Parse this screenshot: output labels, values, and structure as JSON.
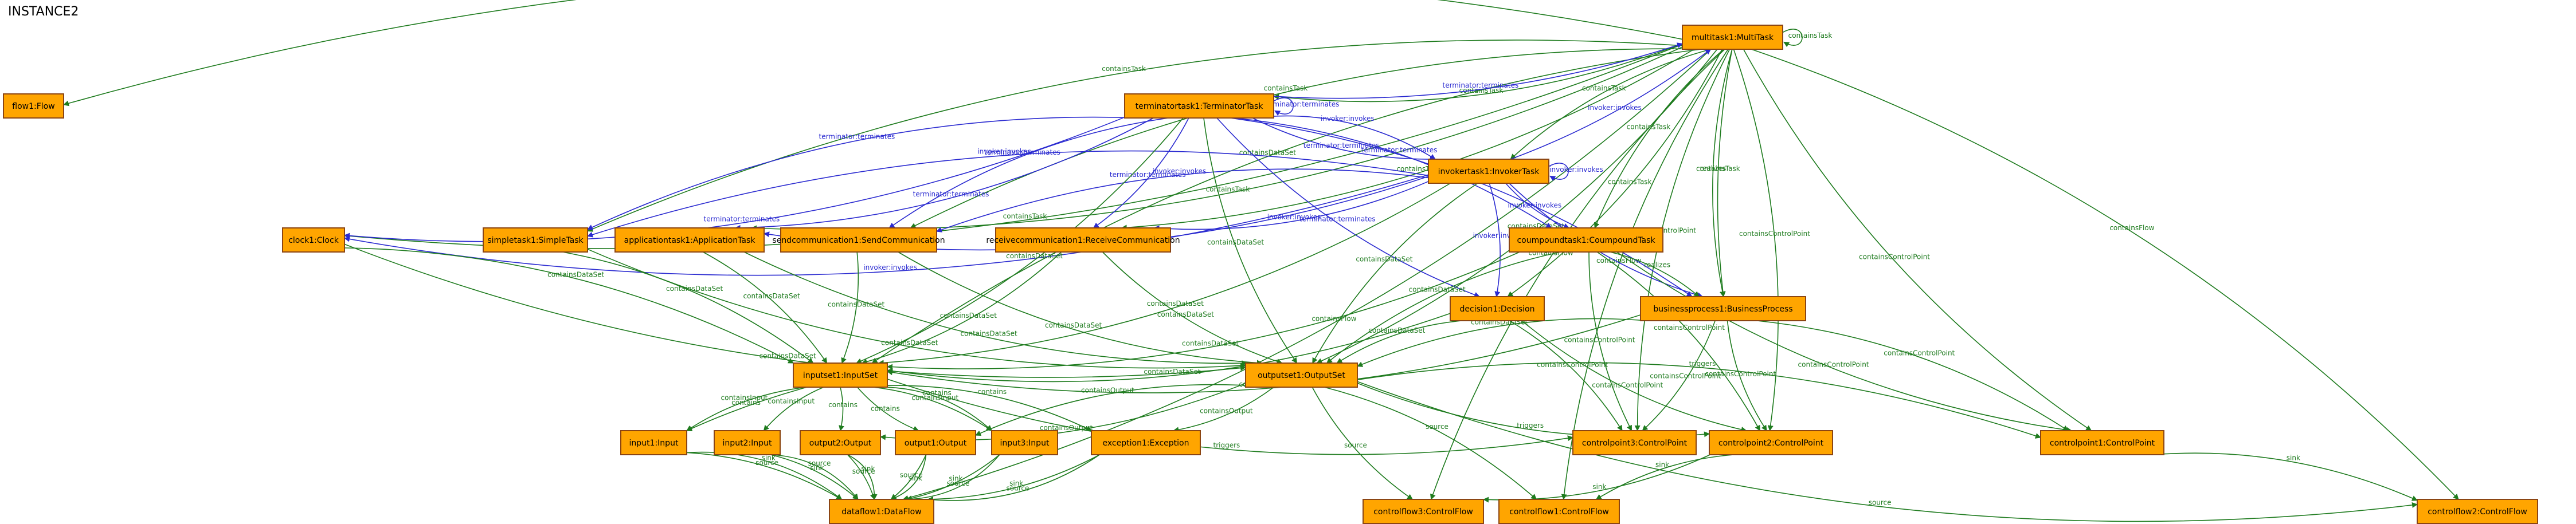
{
  "title": "INSTANCE2",
  "colors": {
    "node_fill": "#FFA500",
    "node_stroke": "#8B4513",
    "contains": "#1E7B1E",
    "reference": "#2A2AD0"
  },
  "nodes": [
    {
      "id": "multitask1",
      "label": "multitask1:MultiTask"
    },
    {
      "id": "flow1",
      "label": "flow1:Flow"
    },
    {
      "id": "terminatortask1",
      "label": "terminatortask1:TerminatorTask"
    },
    {
      "id": "invokertask1",
      "label": "invokertask1:InvokerTask"
    },
    {
      "id": "clock1",
      "label": "clock1:Clock"
    },
    {
      "id": "simpletask1",
      "label": "simpletask1:SimpleTask"
    },
    {
      "id": "applicationtask1",
      "label": "applicationtask1:ApplicationTask"
    },
    {
      "id": "sendcommunication1",
      "label": "sendcommunication1:SendCommunication"
    },
    {
      "id": "receivecommunication1",
      "label": "receivecommunication1:ReceiveCommunication"
    },
    {
      "id": "coumpoundtask1",
      "label": "coumpoundtask1:CoumpoundTask"
    },
    {
      "id": "decision1",
      "label": "decision1:Decision"
    },
    {
      "id": "businessprocess1",
      "label": "businessprocess1:BusinessProcess"
    },
    {
      "id": "inputset1",
      "label": "inputset1:InputSet"
    },
    {
      "id": "outputset1",
      "label": "outputset1:OutputSet"
    },
    {
      "id": "input1",
      "label": "input1:Input"
    },
    {
      "id": "input2",
      "label": "input2:Input"
    },
    {
      "id": "output2",
      "label": "output2:Output"
    },
    {
      "id": "output1",
      "label": "output1:Output"
    },
    {
      "id": "input3",
      "label": "input3:Input"
    },
    {
      "id": "exception1",
      "label": "exception1:Exception"
    },
    {
      "id": "controlpoint3",
      "label": "controlpoint3:ControlPoint"
    },
    {
      "id": "controlpoint2",
      "label": "controlpoint2:ControlPoint"
    },
    {
      "id": "controlpoint1",
      "label": "controlpoint1:ControlPoint"
    },
    {
      "id": "dataflow1",
      "label": "dataflow1:DataFlow"
    },
    {
      "id": "controlflow3",
      "label": "controlflow3:ControlFlow"
    },
    {
      "id": "controlflow1",
      "label": "controlflow1:ControlFlow"
    },
    {
      "id": "controlflow2",
      "label": "controlflow2:ControlFlow"
    }
  ],
  "edges": [
    {
      "from": "multitask1",
      "to": "multitask1",
      "label": "containsTask",
      "kind": "contains"
    },
    {
      "from": "multitask1",
      "to": "flow1",
      "label": "containsFlow",
      "kind": "contains"
    },
    {
      "from": "multitask1",
      "to": "terminatortask1",
      "label": "containsTask",
      "kind": "contains"
    },
    {
      "from": "multitask1",
      "to": "invokertask1",
      "label": "containsTask",
      "kind": "contains"
    },
    {
      "from": "multitask1",
      "to": "clock1",
      "label": "containsTask",
      "kind": "contains"
    },
    {
      "from": "multitask1",
      "to": "simpletask1",
      "label": "containsTask",
      "kind": "contains"
    },
    {
      "from": "multitask1",
      "to": "applicationtask1",
      "label": "containsTask",
      "kind": "contains"
    },
    {
      "from": "multitask1",
      "to": "sendcommunication1",
      "label": "containsTask",
      "kind": "contains"
    },
    {
      "from": "multitask1",
      "to": "receivecommunication1",
      "label": "containsTask",
      "kind": "contains"
    },
    {
      "from": "multitask1",
      "to": "coumpoundtask1",
      "label": "containsTask",
      "kind": "contains"
    },
    {
      "from": "multitask1",
      "to": "decision1",
      "label": "containsTask",
      "kind": "contains"
    },
    {
      "from": "multitask1",
      "to": "businessprocess1",
      "label": "realizes",
      "kind": "contains"
    },
    {
      "from": "multitask1",
      "to": "businessprocess1",
      "label": "containsTask",
      "kind": "contains"
    },
    {
      "from": "multitask1",
      "to": "inputset1",
      "label": "containsDataSet",
      "kind": "contains"
    },
    {
      "from": "multitask1",
      "to": "outputset1",
      "label": "containsDataSet",
      "kind": "contains"
    },
    {
      "from": "multitask1",
      "to": "controlpoint3",
      "label": "containsControlPoint",
      "kind": "contains"
    },
    {
      "from": "multitask1",
      "to": "controlpoint2",
      "label": "containsControlPoint",
      "kind": "contains"
    },
    {
      "from": "multitask1",
      "to": "controlpoint1",
      "label": "containsControlPoint",
      "kind": "contains"
    },
    {
      "from": "multitask1",
      "to": "dataflow1",
      "label": "containsFlow",
      "kind": "contains"
    },
    {
      "from": "multitask1",
      "to": "controlflow1",
      "label": "containsFlow",
      "kind": "contains"
    },
    {
      "from": "multitask1",
      "to": "controlflow2",
      "label": "containsFlow",
      "kind": "contains"
    },
    {
      "from": "multitask1",
      "to": "controlflow3",
      "label": "containsFlow",
      "kind": "contains"
    },
    {
      "from": "terminatortask1",
      "to": "multitask1",
      "label": "terminator:terminates",
      "kind": "reference"
    },
    {
      "from": "terminatortask1",
      "to": "terminatortask1",
      "label": "terminator:terminates",
      "kind": "reference"
    },
    {
      "from": "terminatortask1",
      "to": "clock1",
      "label": "terminator:terminates",
      "kind": "reference"
    },
    {
      "from": "terminatortask1",
      "to": "simpletask1",
      "label": "terminator:terminates",
      "kind": "reference"
    },
    {
      "from": "terminatortask1",
      "to": "applicationtask1",
      "label": "terminator:terminates",
      "kind": "reference"
    },
    {
      "from": "terminatortask1",
      "to": "sendcommunication1",
      "label": "terminator:terminates",
      "kind": "reference"
    },
    {
      "from": "terminatortask1",
      "to": "receivecommunication1",
      "label": "terminator:terminates",
      "kind": "reference"
    },
    {
      "from": "terminatortask1",
      "to": "invokertask1",
      "label": "terminator:terminates",
      "kind": "reference"
    },
    {
      "from": "terminatortask1",
      "to": "coumpoundtask1",
      "label": "terminator:terminates",
      "kind": "reference"
    },
    {
      "from": "terminatortask1",
      "to": "decision1",
      "label": "terminator:terminates",
      "kind": "reference"
    },
    {
      "from": "terminatortask1",
      "to": "businessprocess1",
      "label": "terminator:terminates",
      "kind": "reference"
    },
    {
      "from": "terminatortask1",
      "to": "invokertask1",
      "label": "invoker:invokes",
      "kind": "reference"
    },
    {
      "from": "invokertask1",
      "to": "multitask1",
      "label": "invoker:invokes",
      "kind": "reference"
    },
    {
      "from": "invokertask1",
      "to": "invokertask1",
      "label": "invoker:invokes",
      "kind": "reference"
    },
    {
      "from": "invokertask1",
      "to": "clock1",
      "label": "invoker:invokes",
      "kind": "reference"
    },
    {
      "from": "invokertask1",
      "to": "simpletask1",
      "label": "invoker:invokes",
      "kind": "reference"
    },
    {
      "from": "invokertask1",
      "to": "applicationtask1",
      "label": "invoker:invokes",
      "kind": "reference"
    },
    {
      "from": "invokertask1",
      "to": "sendcommunication1",
      "label": "invoker:invokes",
      "kind": "reference"
    },
    {
      "from": "invokertask1",
      "to": "receivecommunication1",
      "label": "invoker:invokes",
      "kind": "reference"
    },
    {
      "from": "invokertask1",
      "to": "coumpoundtask1",
      "label": "invoker:invokes",
      "kind": "reference"
    },
    {
      "from": "invokertask1",
      "to": "decision1",
      "label": "invoker:invokes",
      "kind": "reference"
    },
    {
      "from": "invokertask1",
      "to": "businessprocess1",
      "label": "invoker:invokes",
      "kind": "reference"
    },
    {
      "from": "terminatortask1",
      "to": "inputset1",
      "label": "containsDataSet",
      "kind": "contains"
    },
    {
      "from": "terminatortask1",
      "to": "outputset1",
      "label": "containsDataSet",
      "kind": "contains"
    },
    {
      "from": "invokertask1",
      "to": "inputset1",
      "label": "containsDataSet",
      "kind": "contains"
    },
    {
      "from": "invokertask1",
      "to": "outputset1",
      "label": "containsDataSet",
      "kind": "contains"
    },
    {
      "from": "clock1",
      "to": "inputset1",
      "label": "containsDataSet",
      "kind": "contains"
    },
    {
      "from": "clock1",
      "to": "outputset1",
      "label": "containsDataSet",
      "kind": "contains"
    },
    {
      "from": "simpletask1",
      "to": "inputset1",
      "label": "containsDataSet",
      "kind": "contains"
    },
    {
      "from": "simpletask1",
      "to": "outputset1",
      "label": "containsDataSet",
      "kind": "contains"
    },
    {
      "from": "applicationtask1",
      "to": "inputset1",
      "label": "containsDataSet",
      "kind": "contains"
    },
    {
      "from": "applicationtask1",
      "to": "outputset1",
      "label": "containsDataSet",
      "kind": "contains"
    },
    {
      "from": "sendcommunication1",
      "to": "inputset1",
      "label": "containsDataSet",
      "kind": "contains"
    },
    {
      "from": "sendcommunication1",
      "to": "outputset1",
      "label": "containsDataSet",
      "kind": "contains"
    },
    {
      "from": "receivecommunication1",
      "to": "inputset1",
      "label": "containsDataSet",
      "kind": "contains"
    },
    {
      "from": "receivecommunication1",
      "to": "outputset1",
      "label": "containsDataSet",
      "kind": "contains"
    },
    {
      "from": "coumpoundtask1",
      "to": "inputset1",
      "label": "containsDataSet",
      "kind": "contains"
    },
    {
      "from": "coumpoundtask1",
      "to": "outputset1",
      "label": "containsDataSet",
      "kind": "contains"
    },
    {
      "from": "coumpoundtask1",
      "to": "businessprocess1",
      "label": "realizes",
      "kind": "contains"
    },
    {
      "from": "coumpoundtask1",
      "to": "controlpoint3",
      "label": "containsControlPoint",
      "kind": "contains"
    },
    {
      "from": "coumpoundtask1",
      "to": "controlpoint2",
      "label": "containsControlPoint",
      "kind": "contains"
    },
    {
      "from": "coumpoundtask1",
      "to": "controlpoint1",
      "label": "containsControlPoint",
      "kind": "contains"
    },
    {
      "from": "decision1",
      "to": "inputset1",
      "label": "containsDataSet",
      "kind": "contains"
    },
    {
      "from": "decision1",
      "to": "outputset1",
      "label": "containsDataSet",
      "kind": "contains"
    },
    {
      "from": "decision1",
      "to": "controlpoint3",
      "label": "containsControlPoint",
      "kind": "contains"
    },
    {
      "from": "decision1",
      "to": "controlpoint2",
      "label": "containsControlPoint",
      "kind": "contains"
    },
    {
      "from": "businessprocess1",
      "to": "inputset1",
      "label": "containsDataSet",
      "kind": "contains"
    },
    {
      "from": "businessprocess1",
      "to": "outputset1",
      "label": "containsDataSet",
      "kind": "contains"
    },
    {
      "from": "businessprocess1",
      "to": "controlpoint3",
      "label": "containsControlPoint",
      "kind": "contains"
    },
    {
      "from": "businessprocess1",
      "to": "controlpoint2",
      "label": "containsControlPoint",
      "kind": "contains"
    },
    {
      "from": "businessprocess1",
      "to": "controlpoint1",
      "label": "containsControlPoint",
      "kind": "contains"
    },
    {
      "from": "inputset1",
      "to": "input1",
      "label": "containsInput",
      "kind": "contains"
    },
    {
      "from": "inputset1",
      "to": "input1",
      "label": "contains",
      "kind": "contains"
    },
    {
      "from": "inputset1",
      "to": "input2",
      "label": "containsInput",
      "kind": "contains"
    },
    {
      "from": "inputset1",
      "to": "output2",
      "label": "contains",
      "kind": "contains"
    },
    {
      "from": "inputset1",
      "to": "output1",
      "label": "contains",
      "kind": "contains"
    },
    {
      "from": "inputset1",
      "to": "input3",
      "label": "containsInput",
      "kind": "contains"
    },
    {
      "from": "inputset1",
      "to": "input3",
      "label": "contains",
      "kind": "contains"
    },
    {
      "from": "inputset1",
      "to": "exception1",
      "label": "contains",
      "kind": "contains"
    },
    {
      "from": "inputset1",
      "to": "controlpoint3",
      "label": "triggers",
      "kind": "contains"
    },
    {
      "from": "outputset1",
      "to": "output2",
      "label": "containsOutput",
      "kind": "contains"
    },
    {
      "from": "outputset1",
      "to": "output1",
      "label": "containsOutput",
      "kind": "contains"
    },
    {
      "from": "outputset1",
      "to": "exception1",
      "label": "containsOutput",
      "kind": "contains"
    },
    {
      "from": "outputset1",
      "to": "controlpoint2",
      "label": "triggers",
      "kind": "contains"
    },
    {
      "from": "outputset1",
      "to": "controlpoint1",
      "label": "triggers",
      "kind": "contains"
    },
    {
      "from": "outputset1",
      "to": "controlflow3",
      "label": "source",
      "kind": "contains"
    },
    {
      "from": "outputset1",
      "to": "controlflow1",
      "label": "source",
      "kind": "contains"
    },
    {
      "from": "outputset1",
      "to": "controlflow2",
      "label": "source",
      "kind": "contains"
    },
    {
      "from": "input1",
      "to": "dataflow1",
      "label": "source",
      "kind": "contains"
    },
    {
      "from": "input1",
      "to": "dataflow1",
      "label": "sink",
      "kind": "contains"
    },
    {
      "from": "input2",
      "to": "dataflow1",
      "label": "sink",
      "kind": "contains"
    },
    {
      "from": "input2",
      "to": "dataflow1",
      "label": "source",
      "kind": "contains"
    },
    {
      "from": "output2",
      "to": "dataflow1",
      "label": "source",
      "kind": "contains"
    },
    {
      "from": "output2",
      "to": "dataflow1",
      "label": "sink",
      "kind": "contains"
    },
    {
      "from": "output1",
      "to": "dataflow1",
      "label": "source",
      "kind": "contains"
    },
    {
      "from": "output1",
      "to": "dataflow1",
      "label": "sink",
      "kind": "contains"
    },
    {
      "from": "input3",
      "to": "dataflow1",
      "label": "sink",
      "kind": "contains"
    },
    {
      "from": "input3",
      "to": "dataflow1",
      "label": "source",
      "kind": "contains"
    },
    {
      "from": "exception1",
      "to": "dataflow1",
      "label": "sink",
      "kind": "contains"
    },
    {
      "from": "exception1",
      "to": "dataflow1",
      "label": "source",
      "kind": "contains"
    },
    {
      "from": "controlpoint2",
      "to": "controlflow3",
      "label": "sink",
      "kind": "contains"
    },
    {
      "from": "controlpoint2",
      "to": "controlflow1",
      "label": "sink",
      "kind": "contains"
    },
    {
      "from": "controlpoint1",
      "to": "controlflow2",
      "label": "sink",
      "kind": "contains"
    }
  ]
}
